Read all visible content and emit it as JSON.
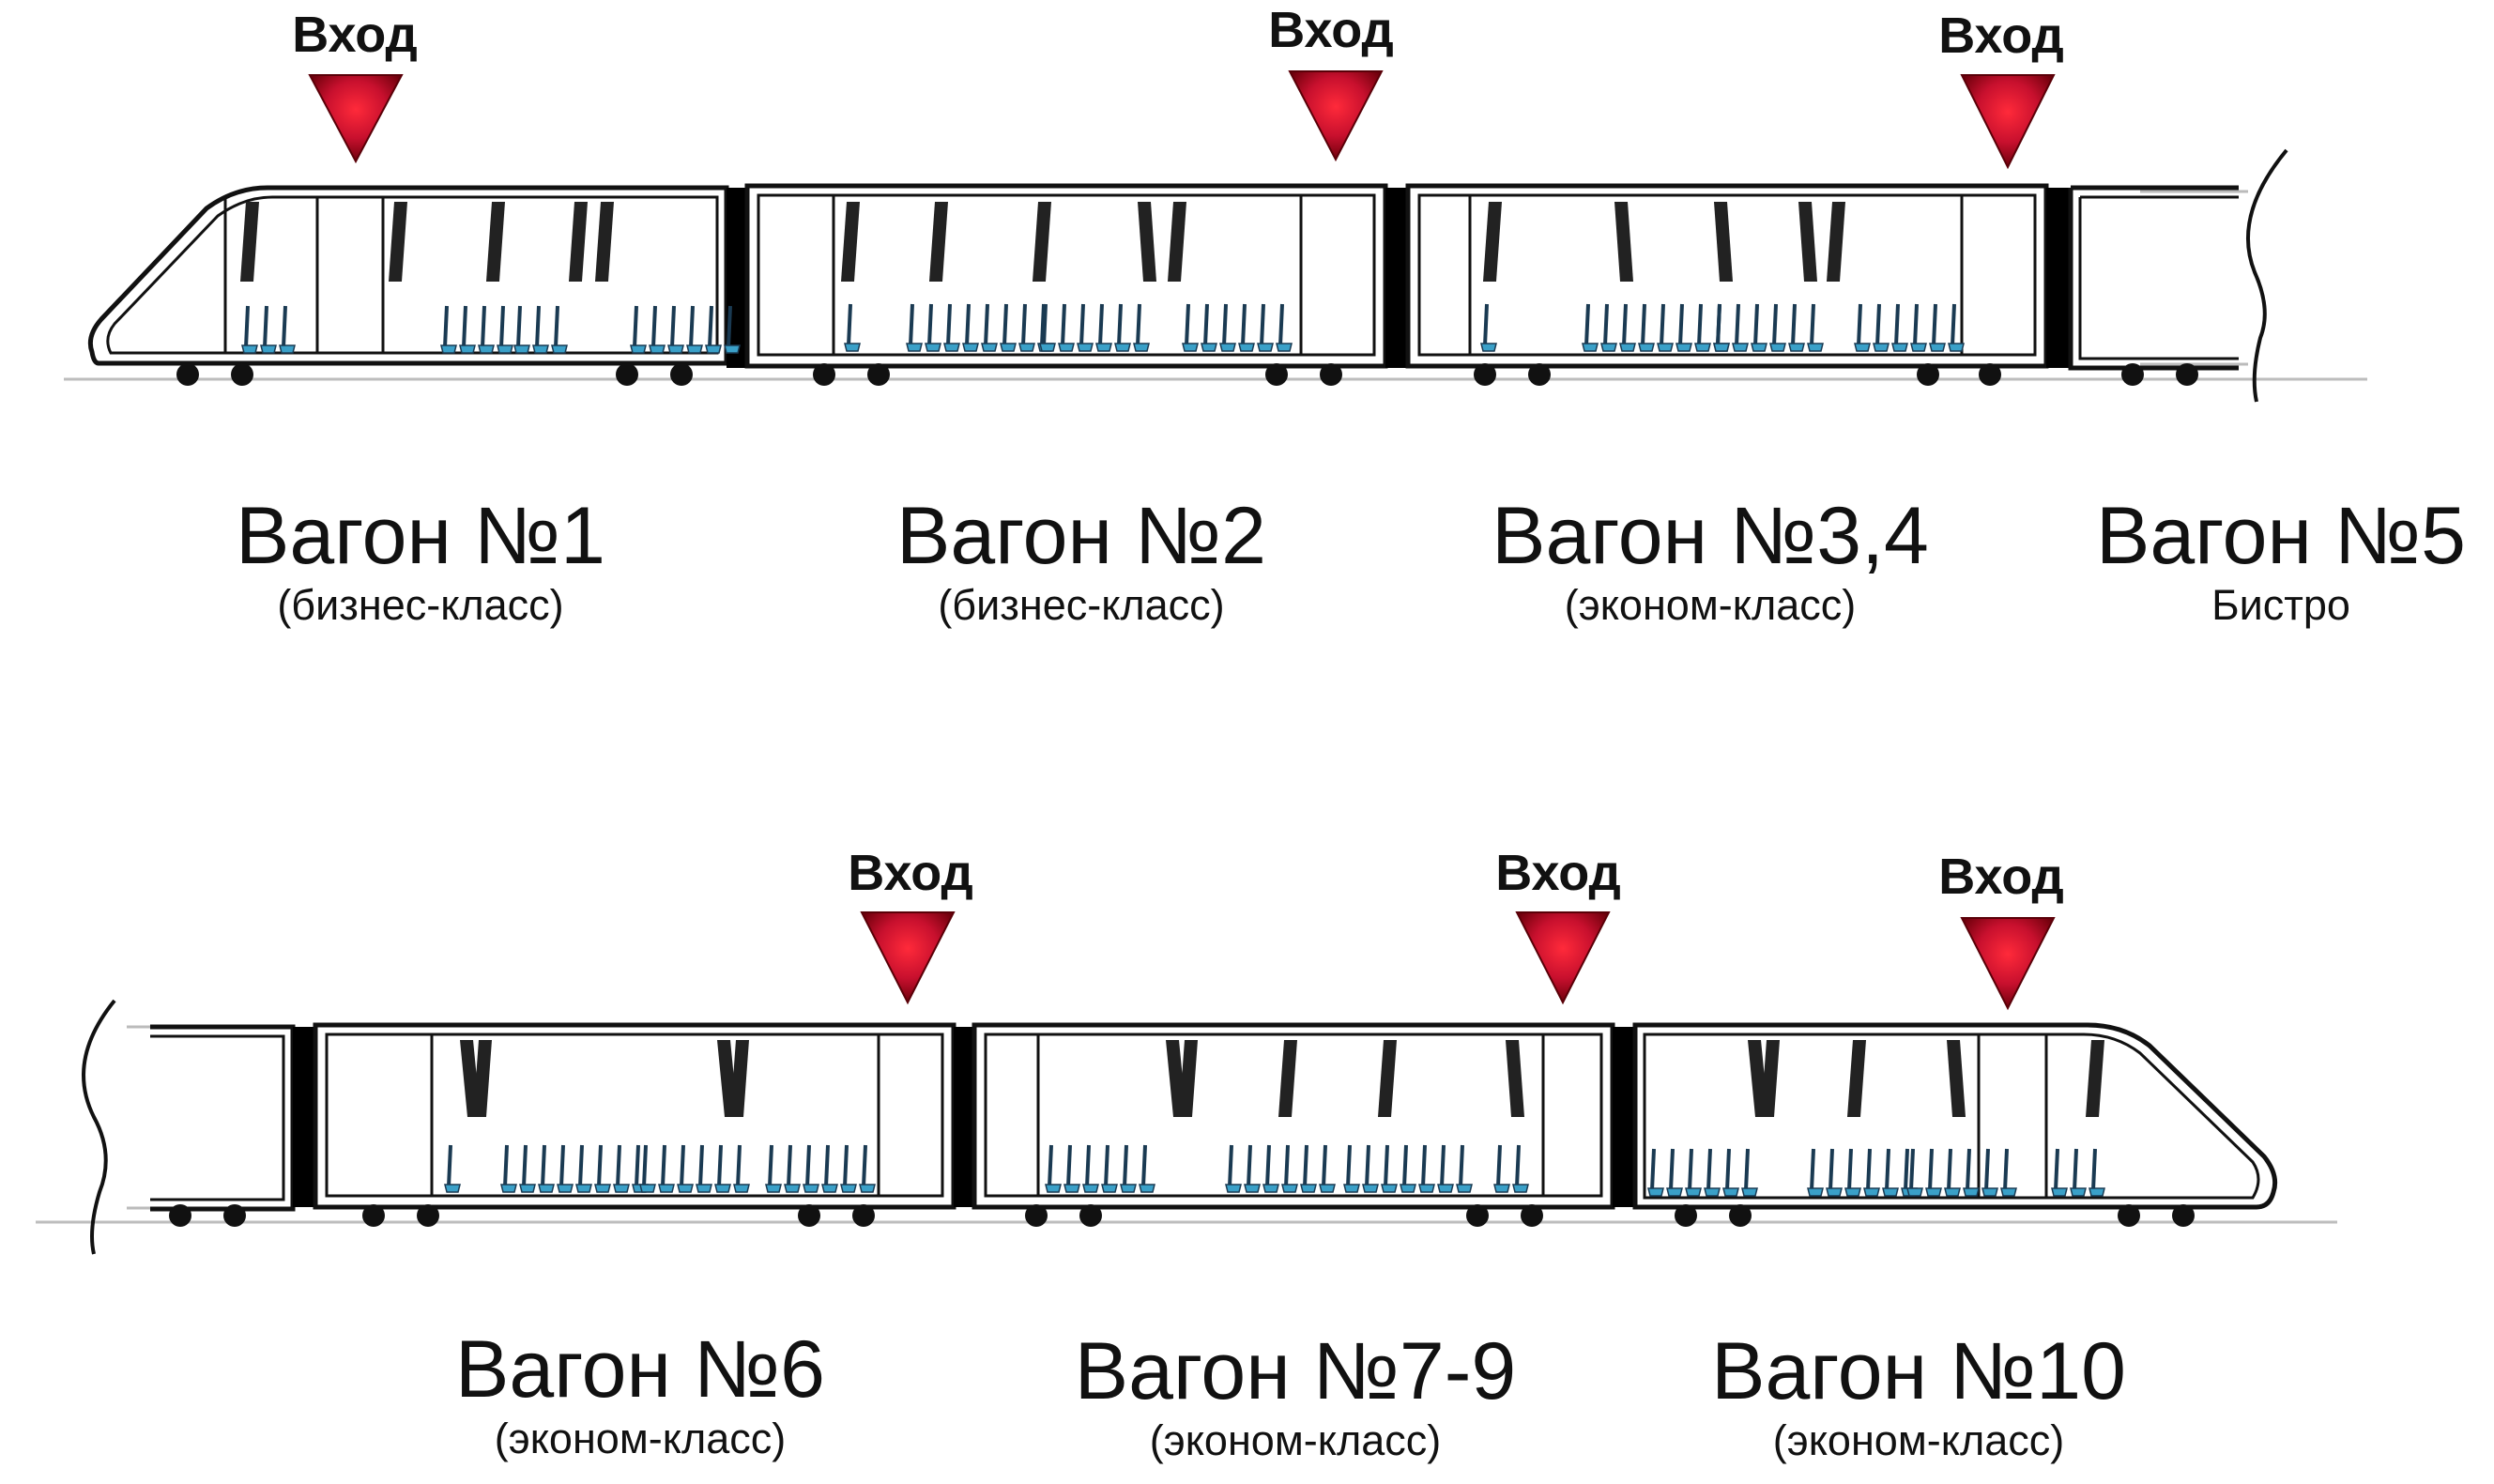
{
  "entrance_label": "Вход",
  "colors": {
    "arrow": "#c8102e",
    "arrow_dark": "#7a0010",
    "seat": "#3aa0c8",
    "body_stroke": "#111111",
    "coupler": "#000000",
    "track": "#bdbdbd"
  },
  "top_train": {
    "cars": [
      {
        "name": "Вагон №1",
        "class": "(бизнес-класс)"
      },
      {
        "name": "Вагон №2",
        "class": "(бизнес-класс)"
      },
      {
        "name": "Вагон №3,4",
        "class": "(эконом-класс)"
      },
      {
        "name": "Вагон №5",
        "class": "Бистро"
      }
    ]
  },
  "bottom_train": {
    "cars": [
      {
        "name": "Вагон №6",
        "class": "(эконом-класс)"
      },
      {
        "name": "Вагон №7-9",
        "class": "(эконом-класс)"
      },
      {
        "name": "Вагон №10",
        "class": "(эконом-класс)"
      }
    ]
  }
}
